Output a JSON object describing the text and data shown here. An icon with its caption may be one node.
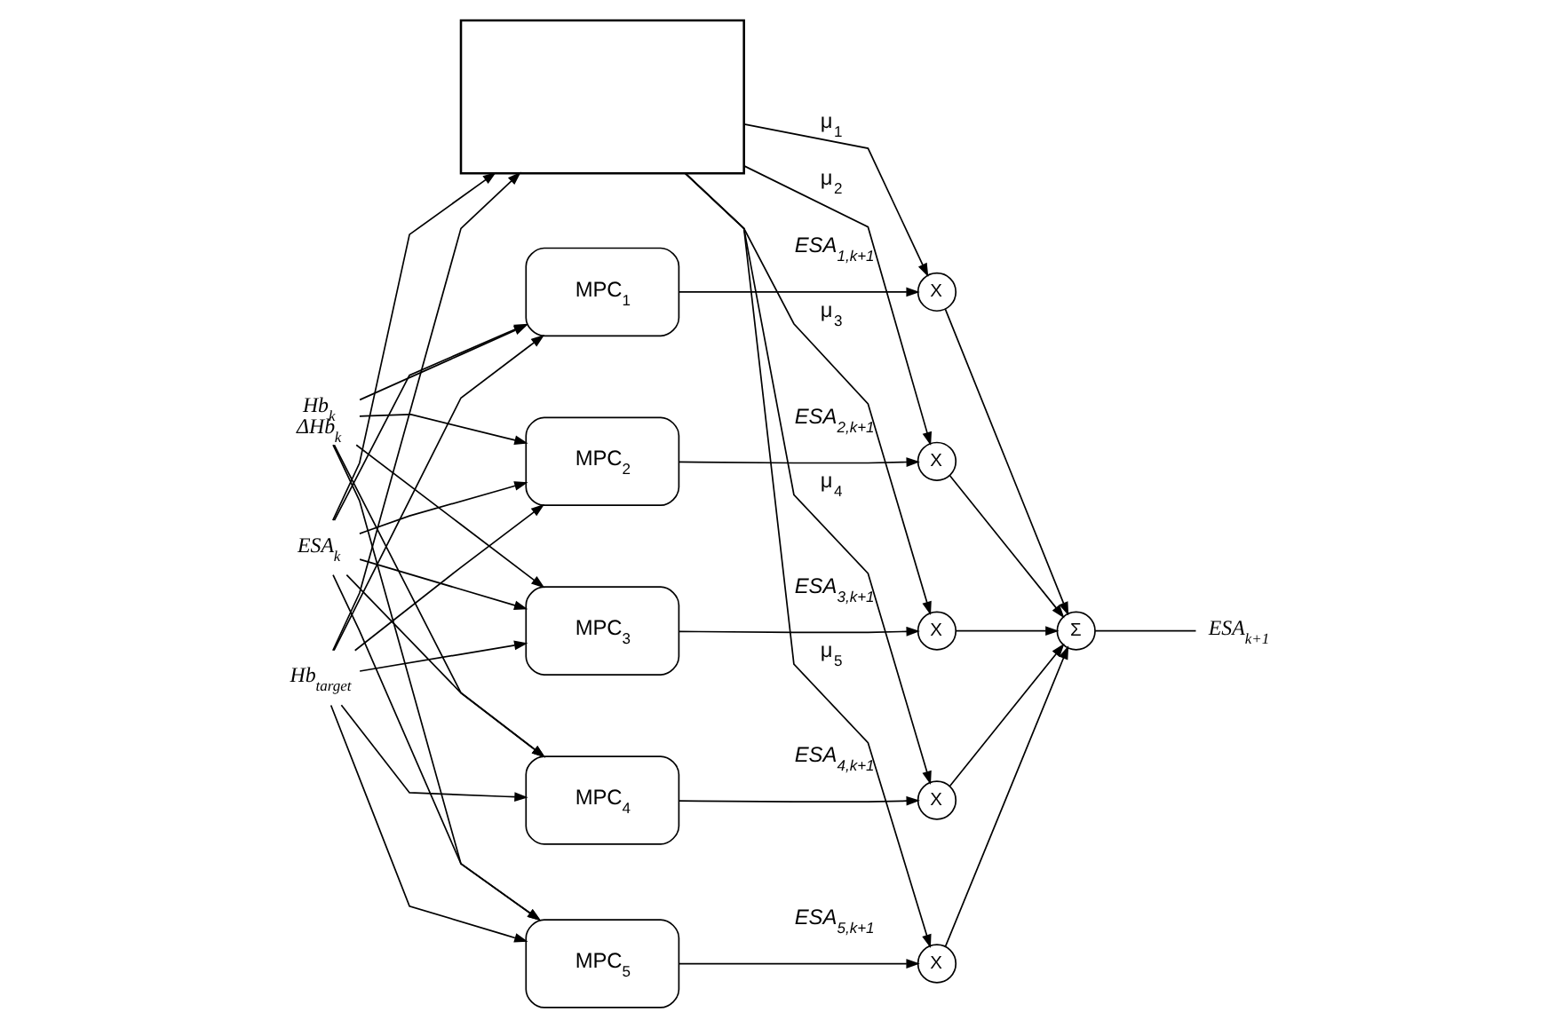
{
  "diagram": {
    "nodes": [
      {
        "text": [
          "Hb$_{k}$",
          "ΔHb$_{k}$"
        ]
      },
      {
        "text": [
          "ESA$_{k}$"
        ]
      },
      {
        "text": [
          "Hb$_{target}$"
        ]
      },
      {
        "text": [],
        "shape": "box"
      },
      {
        "text": [
          "MPC$_{1}$"
        ]
      },
      {
        "text": [
          "MPC$_{2}$"
        ]
      },
      {
        "text": [
          "MPC$_{3}$"
        ]
      },
      {
        "text": [
          "MPC$_{4}$"
        ]
      },
      {
        "text": [
          "MPC$_{5}$"
        ]
      },
      {
        "text": [
          "X"
        ]
      },
      {
        "text": [
          "X"
        ]
      },
      {
        "text": [
          "X"
        ]
      },
      {
        "text": [
          "X"
        ]
      },
      {
        "text": [
          "X"
        ]
      },
      {
        "text": [
          "Σ"
        ]
      },
      {
        "text": [
          "ESA$_{k+1}$"
        ]
      }
    ],
    "edges": [
      {
        "from": 2,
        "to": 3,
        "arrow": "to"
      },
      {
        "from": 1,
        "to": 3,
        "arrow": "to"
      },
      {
        "from": 2,
        "to": 4,
        "arrow": "to"
      },
      {
        "from": 1,
        "to": 4,
        "arrow": "to"
      },
      {
        "from": 0,
        "to": 4,
        "arrow": "to"
      },
      {
        "from": 2,
        "to": 5,
        "arrow": "to"
      },
      {
        "from": 1,
        "to": 5,
        "arrow": "to"
      },
      {
        "from": 0,
        "to": 5,
        "arrow": "to"
      },
      {
        "from": 2,
        "to": 6,
        "arrow": "to"
      },
      {
        "from": 1,
        "to": 6,
        "arrow": "to"
      },
      {
        "from": 0,
        "to": 6,
        "arrow": "to"
      },
      {
        "from": 2,
        "to": 7,
        "arrow": "to"
      },
      {
        "from": 1,
        "to": 7,
        "arrow": "to"
      },
      {
        "from": 0,
        "to": 7,
        "arrow": "to"
      },
      {
        "from": 2,
        "to": 8,
        "arrow": "to"
      },
      {
        "from": 1,
        "to": 8,
        "arrow": "to"
      },
      {
        "from": 0,
        "to": 8,
        "arrow": "to"
      },
      {
        "from": 3,
        "to": 9,
        "arrow": "to",
        "label": "μ$_{1}$"
      },
      {
        "from": 3,
        "to": 10,
        "arrow": "to",
        "label": "μ$_{2}$"
      },
      {
        "from": 3,
        "to": 11,
        "arrow": "to",
        "label": "μ$_{3}$"
      },
      {
        "from": 3,
        "to": 12,
        "arrow": "to",
        "label": "μ$_{4}$"
      },
      {
        "from": 3,
        "to": 13,
        "arrow": "to",
        "label": "μ$_{5}$"
      },
      {
        "from": 4,
        "to": 9,
        "arrow": "to",
        "label": "ESA$_{1,k+1}$"
      },
      {
        "from": 5,
        "to": 10,
        "arrow": "to",
        "label": "ESA$_{2,k+1}$"
      },
      {
        "from": 6,
        "to": 11,
        "arrow": "to",
        "label": "ESA$_{3,k+1}$"
      },
      {
        "from": 7,
        "to": 12,
        "arrow": "to",
        "label": "ESA$_{4,k+1}$"
      },
      {
        "from": 8,
        "to": 13,
        "arrow": "to",
        "label": "ESA$_{5,k+1}$"
      },
      {
        "from": 9,
        "to": 14,
        "arrow": "to"
      },
      {
        "from": 10,
        "to": 14,
        "arrow": "to"
      },
      {
        "from": 11,
        "to": 14,
        "arrow": "to"
      },
      {
        "from": 12,
        "to": 14,
        "arrow": "to"
      },
      {
        "from": 13,
        "to": 14,
        "arrow": "to"
      },
      {
        "from": 14,
        "to": 15,
        "arrow": "none"
      }
    ]
  }
}
